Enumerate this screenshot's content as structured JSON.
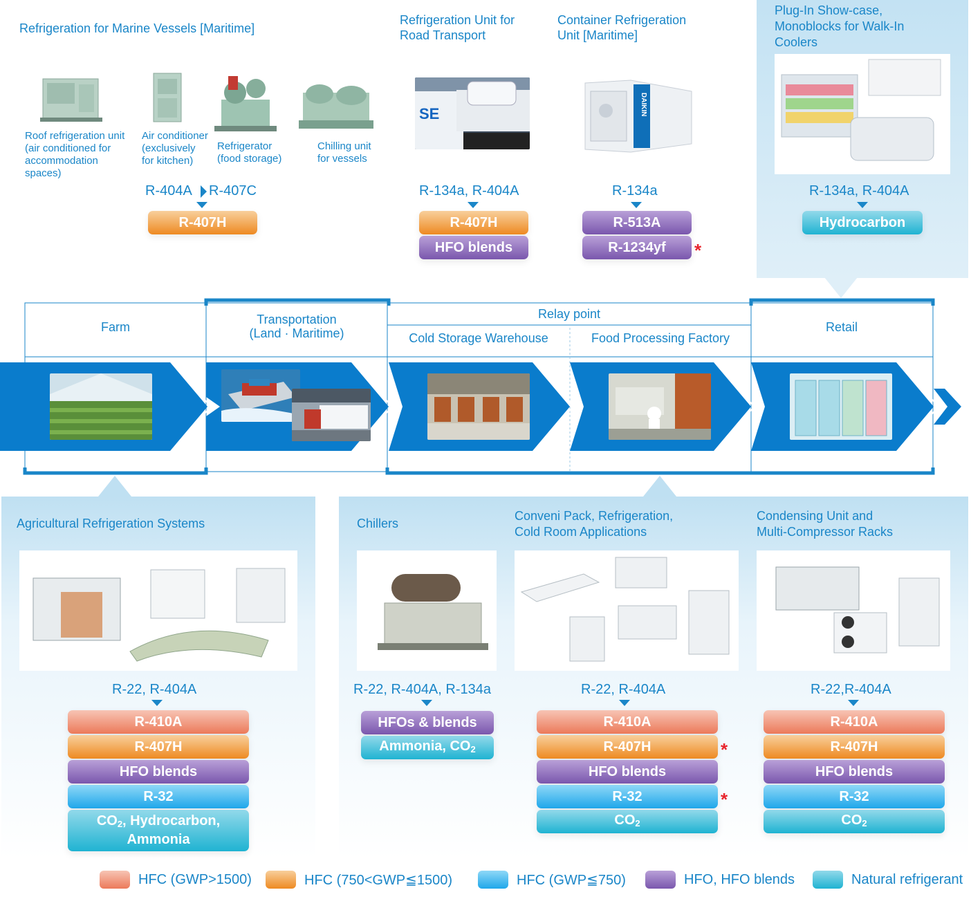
{
  "top": {
    "marine": {
      "title": "Refrigeration for Marine Vessels [Maritime]",
      "items": [
        {
          "label": "Roof refrigeration unit\n(air conditioned for\naccommodation\nspaces)"
        },
        {
          "label": "Air conditioner\n(exclusively\nfor kitchen)"
        },
        {
          "label": "Refrigerator\n(food storage)"
        },
        {
          "label": "Chilling unit\nfor vessels"
        }
      ],
      "current_a": "R-404A",
      "current_b": "R-407C",
      "alternatives": [
        "R-407H"
      ]
    },
    "road": {
      "title": "Refrigeration Unit for\nRoad Transport",
      "current": "R-134a, R-404A",
      "alternatives": [
        "R-407H",
        "HFO blends"
      ]
    },
    "container": {
      "title": "Container Refrigeration\nUnit [Maritime]",
      "current": "R-134a",
      "alternatives": [
        "R-513A",
        "R-1234yf"
      ],
      "star": "*"
    },
    "plugin": {
      "title": "Plug-In Show-case,\nMonoblocks for Walk-In\nCoolers",
      "current": "R-134a, R-404A",
      "alternatives": [
        "Hydrocarbon"
      ]
    }
  },
  "chain": {
    "farm": "Farm",
    "transport": "Transportation\n(Land · Maritime)",
    "relay": "Relay point",
    "cold_storage": "Cold Storage Warehouse",
    "food_factory": "Food Processing Factory",
    "retail": "Retail"
  },
  "bottom": {
    "agri": {
      "title": "Agricultural Refrigeration Systems",
      "current": "R-22, R-404A",
      "alternatives": [
        "R-410A",
        "R-407H",
        "HFO blends",
        "R-32"
      ],
      "last_a": "CO",
      "last_sub": "2",
      "last_b": ", Hydrocarbon,\nAmmonia"
    },
    "chillers": {
      "title": "Chillers",
      "current": "R-22, R-404A, R-134a",
      "alt1": "HFOs & blends",
      "alt2_a": "Ammonia, CO",
      "alt2_sub": "2"
    },
    "conveni": {
      "title": "Conveni Pack, Refrigeration,\nCold Room Applications",
      "current": "R-22, R-404A",
      "alternatives": [
        "R-410A",
        "R-407H",
        "HFO blends",
        "R-32"
      ],
      "last_a": "CO",
      "last_sub": "2",
      "star": "*"
    },
    "condensing": {
      "title": "Condensing Unit and\nMulti-Compressor Racks",
      "current": "R-22,R-404A",
      "alternatives": [
        "R-410A",
        "R-407H",
        "HFO blends",
        "R-32"
      ],
      "last_a": "CO",
      "last_sub": "2"
    }
  },
  "legend": [
    {
      "label": "HFC (GWP>1500)",
      "color": "#ec7a5a"
    },
    {
      "label": "HFC (750<GWP≦1500)",
      "color": "#ee8a22"
    },
    {
      "label": "HFC (GWP≦750)",
      "color": "#1fa7ea"
    },
    {
      "label": "HFO, HFO blends",
      "color": "#7a57ad"
    },
    {
      "label": "Natural refrigerant",
      "color": "#1fb3d2"
    }
  ],
  "colors": {
    "accent": "#1a86c8",
    "arrow": "#0a7ccc",
    "star": "#e8262e"
  }
}
